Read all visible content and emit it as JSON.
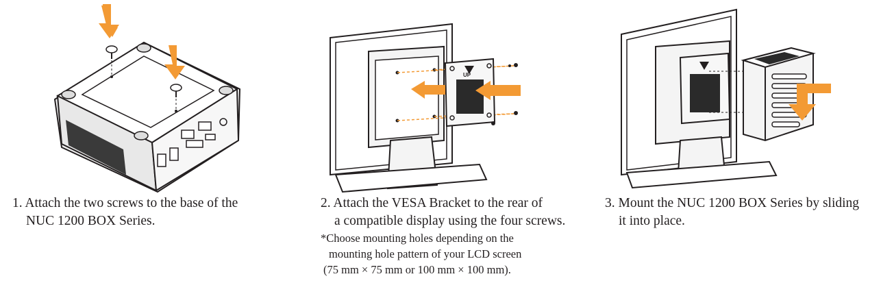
{
  "steps": [
    {
      "line1": "1. Attach the two screws to the base of the",
      "line2": "NUC 1200 BOX Series."
    },
    {
      "line1": "2. Attach the VESA Bracket to the rear of",
      "line2": "a compatible display using the four screws.",
      "note": {
        "line1": "*Choose mounting holes depending on the",
        "line2": "mounting hole pattern of your LCD screen",
        "line3": "(75 mm × 75 mm or 100 mm × 100 mm)."
      }
    },
    {
      "line1": "3. Mount the NUC 1200 BOX Series by sliding",
      "line2": "it into place."
    }
  ],
  "colors": {
    "arrow": "#f39a34",
    "line": "#231f20"
  },
  "bracket_label": "UP"
}
